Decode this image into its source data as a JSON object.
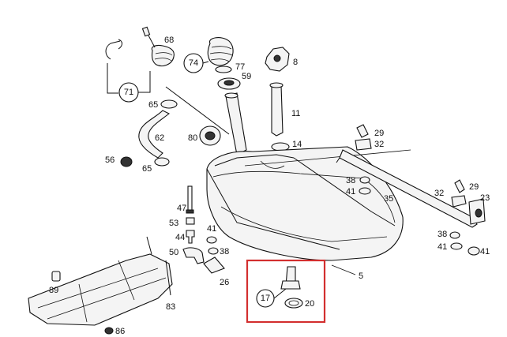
{
  "highlight_color": "#d32f2f",
  "callouts": {
    "p68": "68",
    "p71": "71",
    "p74": "74",
    "p77": "77",
    "p59": "59",
    "p8": "8",
    "p65a": "65",
    "p11": "11",
    "p62": "62",
    "p80": "80",
    "p14": "14",
    "p56": "56",
    "p65b": "65",
    "p29a": "29",
    "p32a": "32",
    "p38a": "38",
    "p41a": "41",
    "p35": "35",
    "p32b": "32",
    "p29b": "29",
    "p23": "23",
    "p47": "47",
    "p53": "53",
    "p44": "44",
    "p41b": "41",
    "p50": "50",
    "p38b": "38",
    "p26": "26",
    "p5": "5",
    "p38c": "38",
    "p41c": "41",
    "p41d": "41",
    "p89": "89",
    "p83": "83",
    "p86": "86",
    "p17": "17",
    "p20": "20"
  }
}
